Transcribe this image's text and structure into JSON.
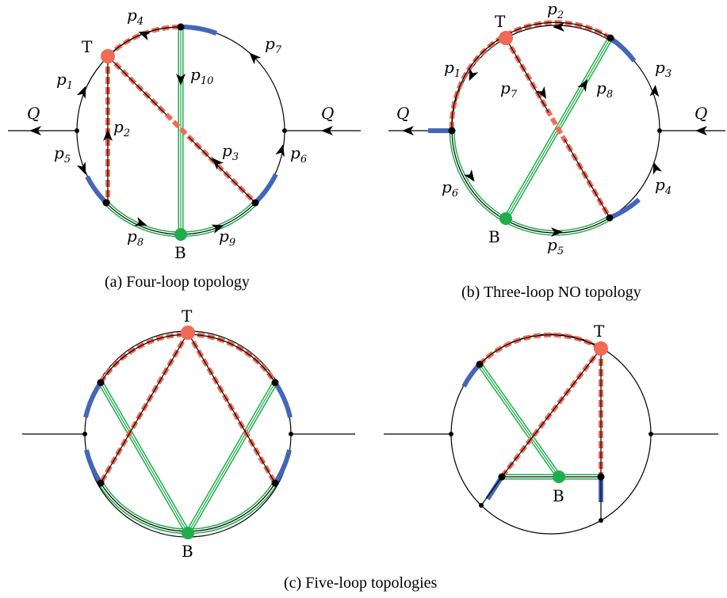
{
  "captions": {
    "a": "(a) Four-loop topology",
    "b": "(b) Three-loop NO topology",
    "c": "(c) Five-loop topologies"
  },
  "nodes": {
    "top": "T",
    "bottom": "B"
  },
  "external": "Q",
  "momenta": {
    "p": "p",
    "i1": "1",
    "i2": "2",
    "i3": "3",
    "i4": "4",
    "i5": "5",
    "i6": "6",
    "i7": "7",
    "i8": "8",
    "i9": "9",
    "i10": "10"
  },
  "colors": {
    "top_cut": "#f06a55",
    "bottom_cut": "#1fae4b",
    "marker": "#4466b8",
    "line": "#000000"
  }
}
